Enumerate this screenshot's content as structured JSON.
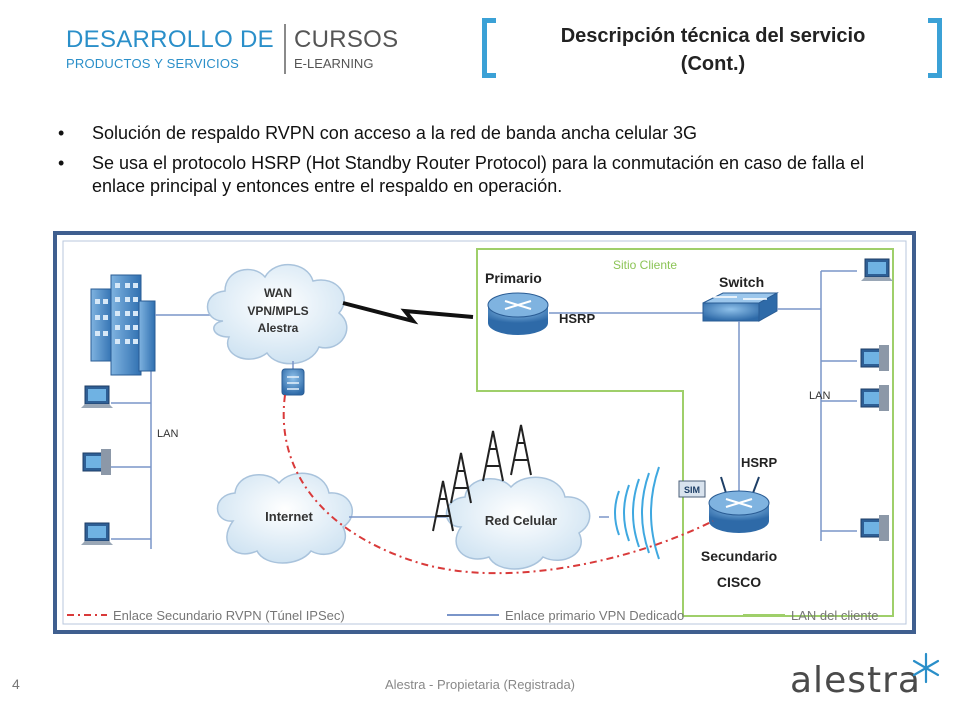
{
  "header": {
    "logo_line1_left": "DESARROLLO DE",
    "logo_line2_left": "PRODUCTOS Y SERVICIOS",
    "logo_line1_right": "CURSOS",
    "logo_line2_right": "E-LEARNING",
    "title_line1": "Descripción técnica del servicio",
    "title_line2": "(Cont.)"
  },
  "bullets": [
    "Solución de respaldo RVPN con acceso a la red de banda ancha celular 3G",
    "Se usa el protocolo HSRP (Hot Standby Router Protocol) para la conmutación en caso de falla el enlace principal y entonces entre el respaldo en operación."
  ],
  "diagram": {
    "sitio_cliente": "Sitio Cliente",
    "wan_line1": "WAN",
    "wan_line2": "VPN/MPLS",
    "wan_line3": "Alestra",
    "primario": "Primario",
    "hsrp_top": "HSRP",
    "switch": "Switch",
    "lan_left": "LAN",
    "lan_right": "LAN",
    "hsrp_bottom": "HSRP",
    "sim": "SIM",
    "internet": "Internet",
    "red_celular": "Red Celular",
    "secundario": "Secundario",
    "cisco": "CISCO",
    "legend_secundario": "Enlace Secundario RVPN (Túnel IPSec)",
    "legend_primario": "Enlace primario VPN Dedicado",
    "legend_lan": "LAN del cliente"
  },
  "colors": {
    "accent_blue": "#2a8fc9",
    "frame_blue": "#3f5f8f",
    "lan_green": "#9fcf6a",
    "link_blue": "#7a95c9",
    "rvpn_red": "#d93a3a",
    "router_blue": "#3a7cbf"
  },
  "footer": {
    "page_number": "4",
    "text": "Alestra - Propietaria (Registrada)",
    "brand": "alestra"
  }
}
